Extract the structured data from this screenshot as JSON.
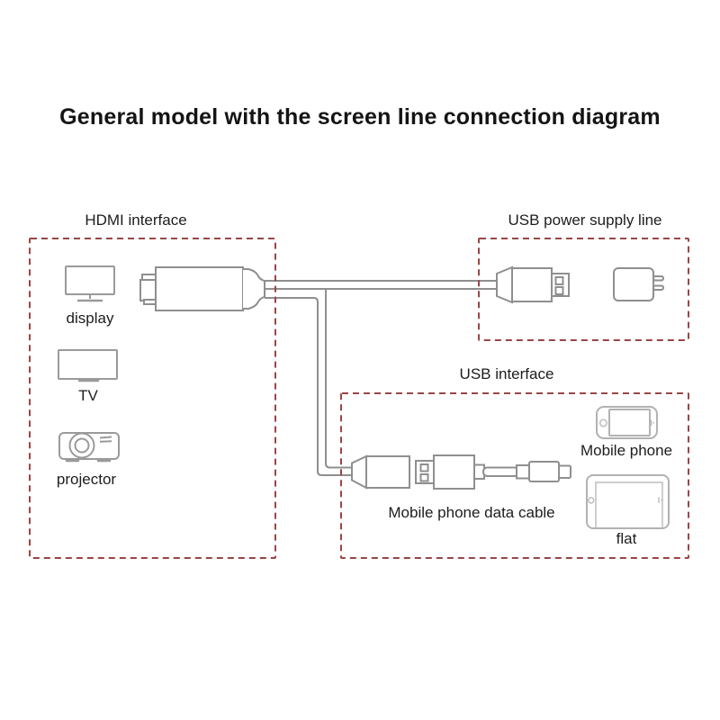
{
  "title": "General model with the screen line connection diagram",
  "colors": {
    "dashed_border": "#9a4545",
    "device_stroke": "#9a9a9a",
    "connector_stroke": "#8f8f8f",
    "light_stroke": "#b2b2b2",
    "text": "#1d1d1d",
    "background": "#ffffff"
  },
  "sections": {
    "hdmi": {
      "label": "HDMI interface",
      "items": [
        {
          "label": "display",
          "icon": "display-icon"
        },
        {
          "label": "TV",
          "icon": "tv-icon"
        },
        {
          "label": "projector",
          "icon": "projector-icon"
        }
      ],
      "connector": "hdmi-connector-icon"
    },
    "usb_power": {
      "label": "USB power supply line",
      "connector": "usb-plug-icon",
      "charger": "wall-charger-icon"
    },
    "usb_interface": {
      "label": "USB interface",
      "cable_label": "Mobile phone data cable",
      "items": [
        {
          "label": "Mobile phone",
          "icon": "mobile-phone-icon"
        },
        {
          "label": "flat",
          "icon": "tablet-icon"
        }
      ],
      "connectors": [
        "usb-female-port-icon",
        "usb-male-plug-icon",
        "micro-usb-cable-icon"
      ]
    }
  }
}
